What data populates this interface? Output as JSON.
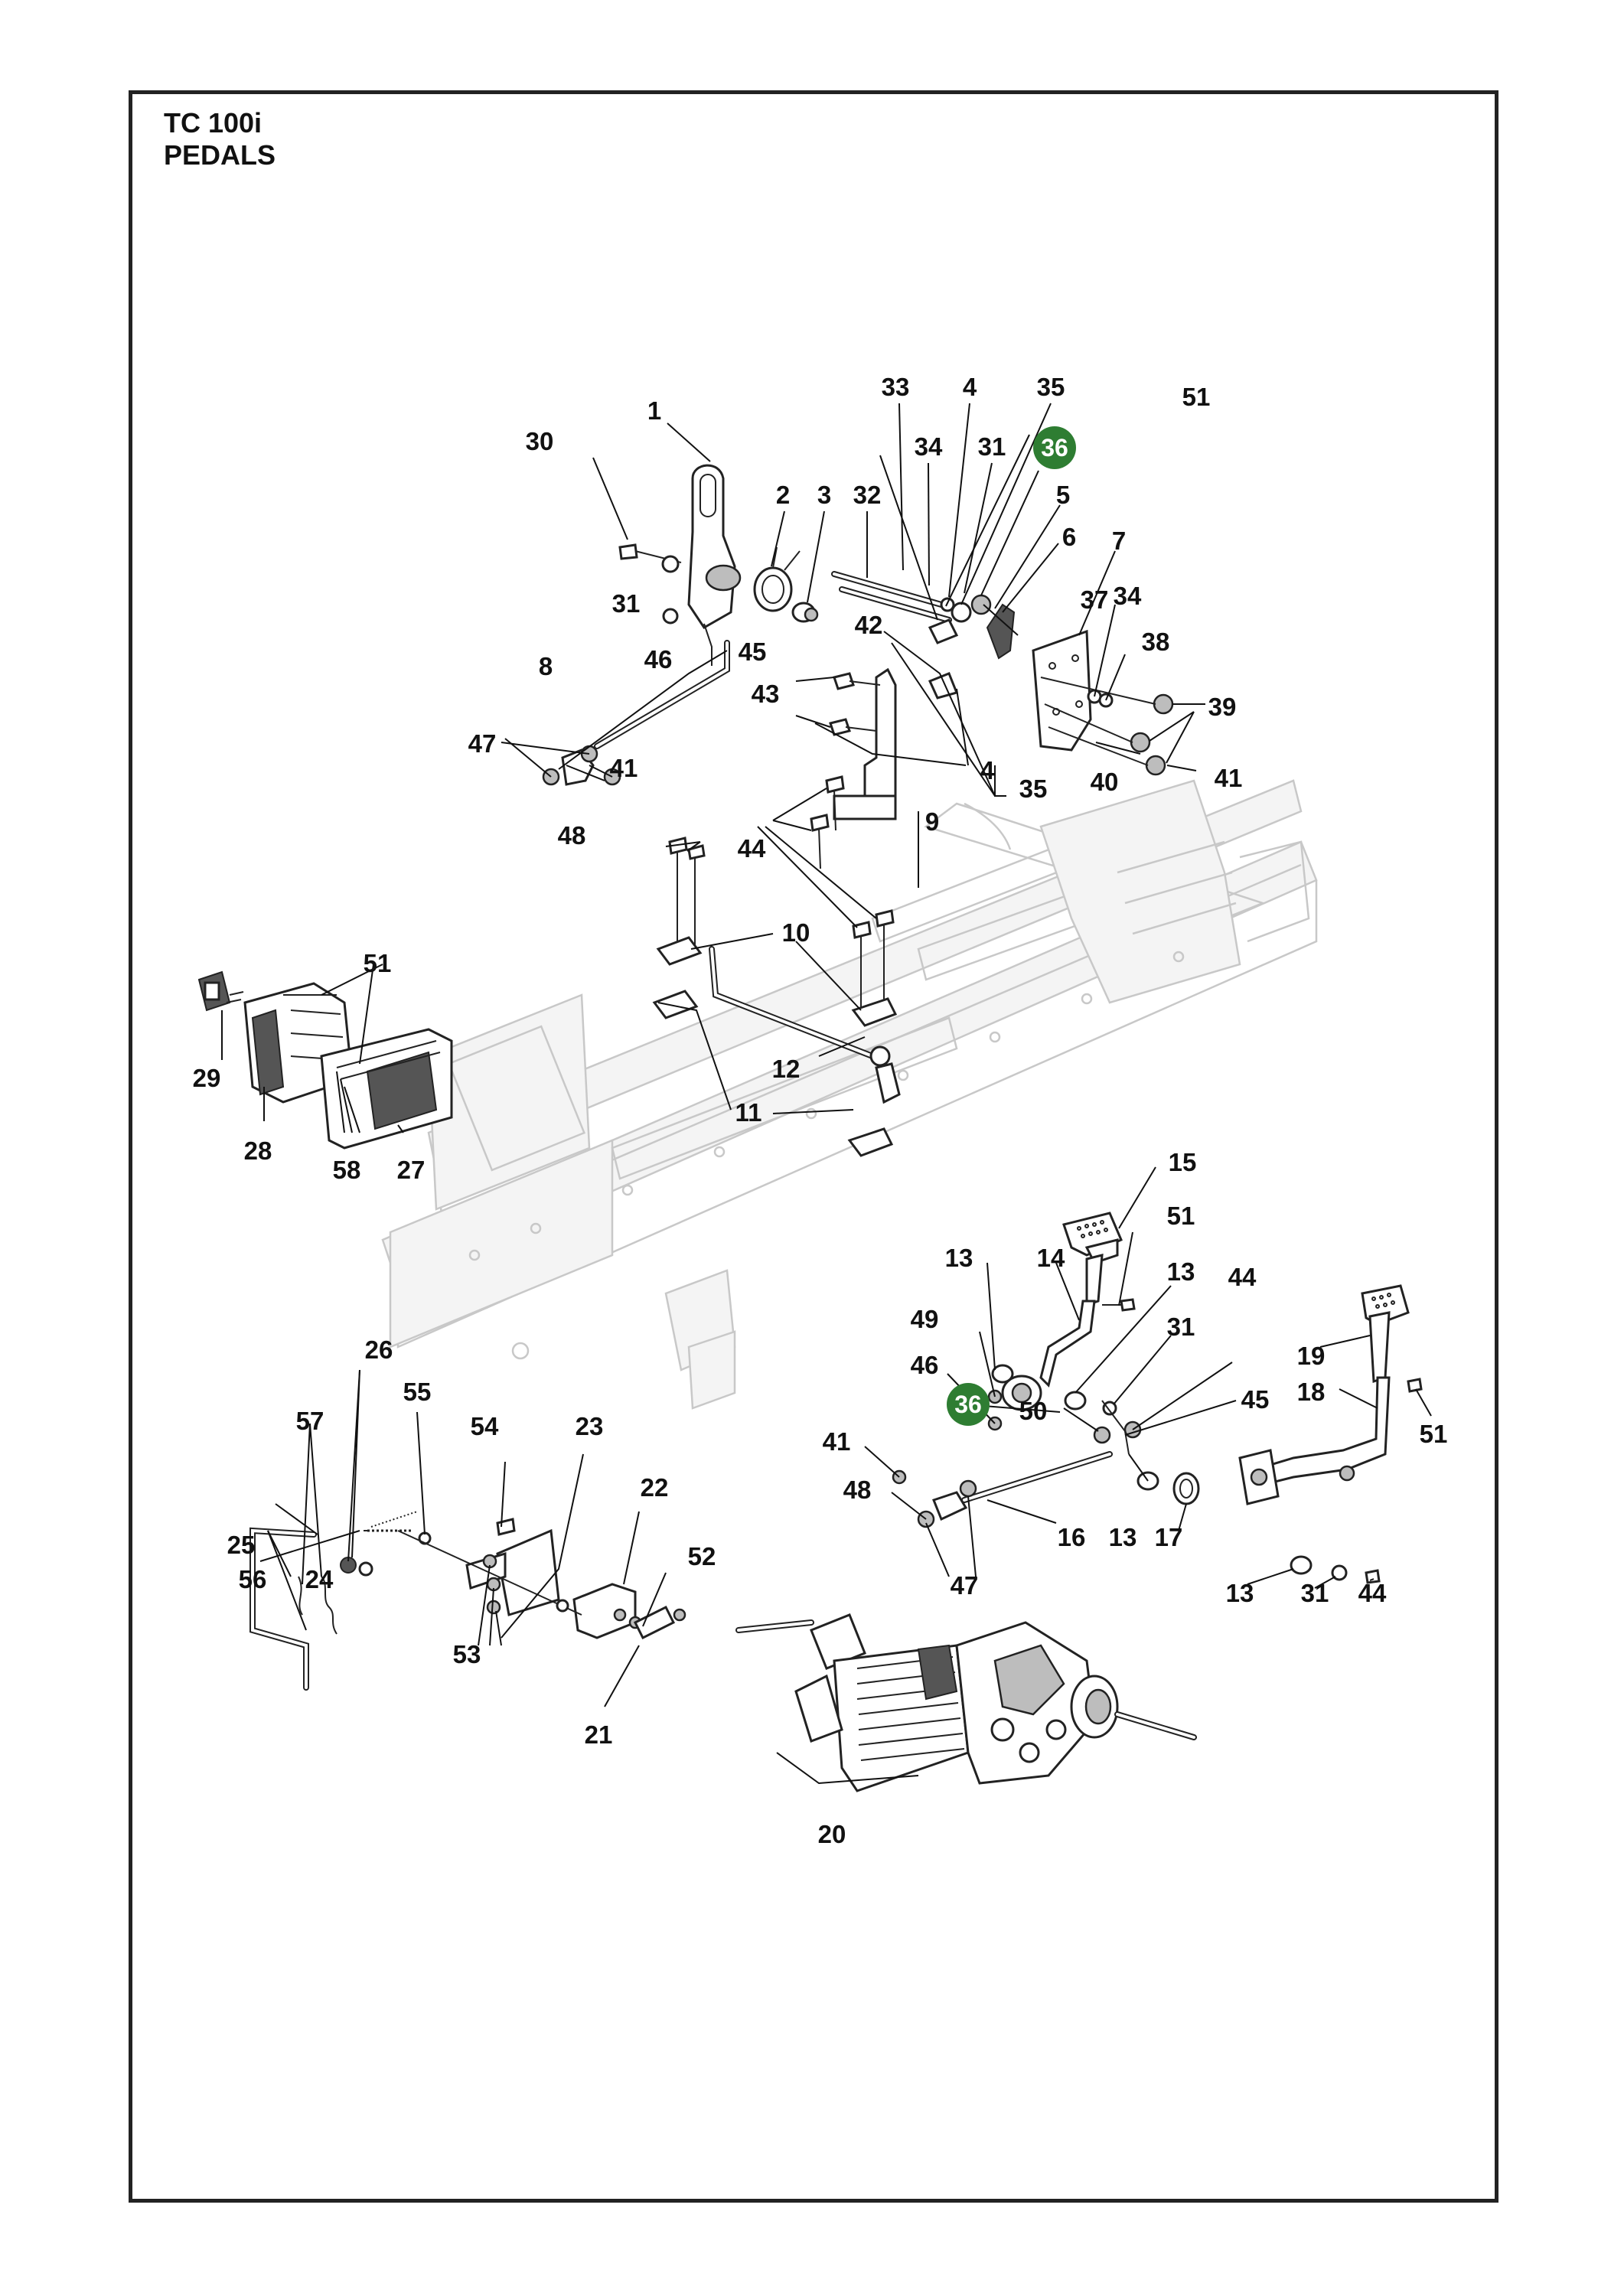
{
  "title": {
    "model": "TC 100i",
    "section": "PEDALS"
  },
  "colors": {
    "highlight": "#2e7d32",
    "frame": "#222222",
    "ghost_chassis": "#c8c8c8"
  },
  "callouts": [
    {
      "n": "1"
    },
    {
      "n": "2"
    },
    {
      "n": "3"
    },
    {
      "n": "4"
    },
    {
      "n": "4"
    },
    {
      "n": "5"
    },
    {
      "n": "6"
    },
    {
      "n": "7"
    },
    {
      "n": "8"
    },
    {
      "n": "9"
    },
    {
      "n": "10"
    },
    {
      "n": "11"
    },
    {
      "n": "12"
    },
    {
      "n": "13"
    },
    {
      "n": "13"
    },
    {
      "n": "13"
    },
    {
      "n": "13"
    },
    {
      "n": "14"
    },
    {
      "n": "15"
    },
    {
      "n": "16"
    },
    {
      "n": "17"
    },
    {
      "n": "18"
    },
    {
      "n": "19"
    },
    {
      "n": "20"
    },
    {
      "n": "21"
    },
    {
      "n": "22"
    },
    {
      "n": "23"
    },
    {
      "n": "24"
    },
    {
      "n": "25"
    },
    {
      "n": "26"
    },
    {
      "n": "27"
    },
    {
      "n": "28"
    },
    {
      "n": "29"
    },
    {
      "n": "30"
    },
    {
      "n": "31"
    },
    {
      "n": "31"
    },
    {
      "n": "31"
    },
    {
      "n": "31"
    },
    {
      "n": "32"
    },
    {
      "n": "33"
    },
    {
      "n": "34"
    },
    {
      "n": "34"
    },
    {
      "n": "35"
    },
    {
      "n": "35"
    },
    {
      "n": "37"
    },
    {
      "n": "38"
    },
    {
      "n": "39"
    },
    {
      "n": "40"
    },
    {
      "n": "41"
    },
    {
      "n": "41"
    },
    {
      "n": "41"
    },
    {
      "n": "42"
    },
    {
      "n": "43"
    },
    {
      "n": "44"
    },
    {
      "n": "44"
    },
    {
      "n": "44"
    },
    {
      "n": "45"
    },
    {
      "n": "45"
    },
    {
      "n": "46"
    },
    {
      "n": "46"
    },
    {
      "n": "47"
    },
    {
      "n": "47"
    },
    {
      "n": "48"
    },
    {
      "n": "48"
    },
    {
      "n": "49"
    },
    {
      "n": "50"
    },
    {
      "n": "51"
    },
    {
      "n": "51"
    },
    {
      "n": "51"
    },
    {
      "n": "51"
    },
    {
      "n": "52"
    },
    {
      "n": "53"
    },
    {
      "n": "54"
    },
    {
      "n": "55"
    },
    {
      "n": "56"
    },
    {
      "n": "57"
    },
    {
      "n": "58"
    }
  ],
  "highlighted_callouts": [
    {
      "n": "36"
    },
    {
      "n": "36"
    }
  ]
}
